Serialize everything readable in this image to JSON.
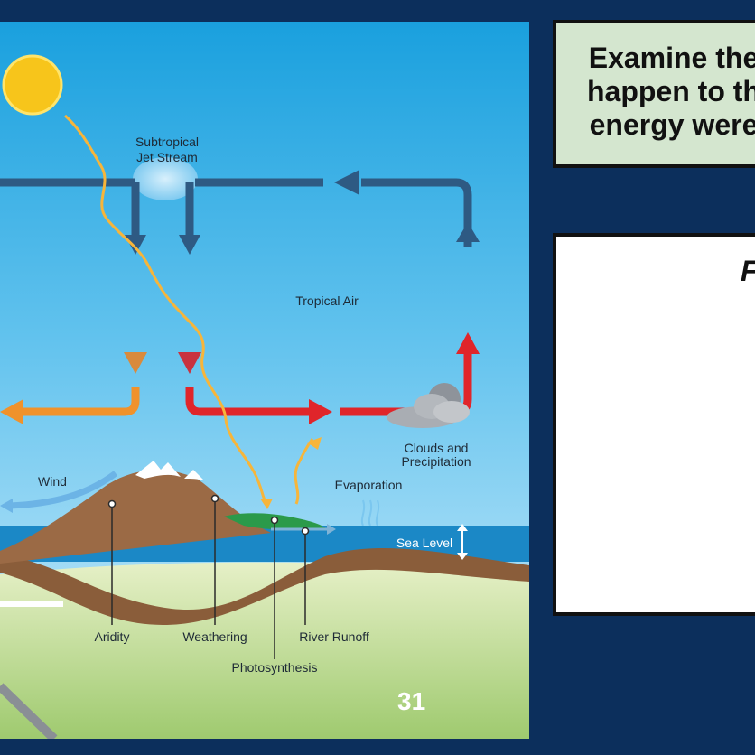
{
  "diagram": {
    "labels": {
      "jet_stream_1": "Subtropical",
      "jet_stream_2": "Jet Stream",
      "tropical_air": "Tropical Air",
      "clouds_1": "Clouds and",
      "clouds_2": "Precipitation",
      "wind": "Wind",
      "evaporation": "Evaporation",
      "sea_level": "Sea Level",
      "aridity": "Aridity",
      "weathering": "Weathering",
      "river_runoff": "River Runoff",
      "photosynthesis": "Photosynthesis"
    },
    "page_number": "31",
    "colors": {
      "sky_top": "#1aa0de",
      "sky_bottom": "#d2eefb",
      "ocean": "#1b88c6",
      "mountain": "#9b6a45",
      "ground": "#c4dd98",
      "arrow_blue": "#2e5a83",
      "arrow_red": "#e0252a",
      "arrow_orange": "#f0922b",
      "sun": "#f7c51b"
    }
  },
  "prompt": {
    "lines": [
      "Examine the",
      "happen to th",
      "energy were"
    ]
  },
  "answer": {
    "heading": "F"
  }
}
